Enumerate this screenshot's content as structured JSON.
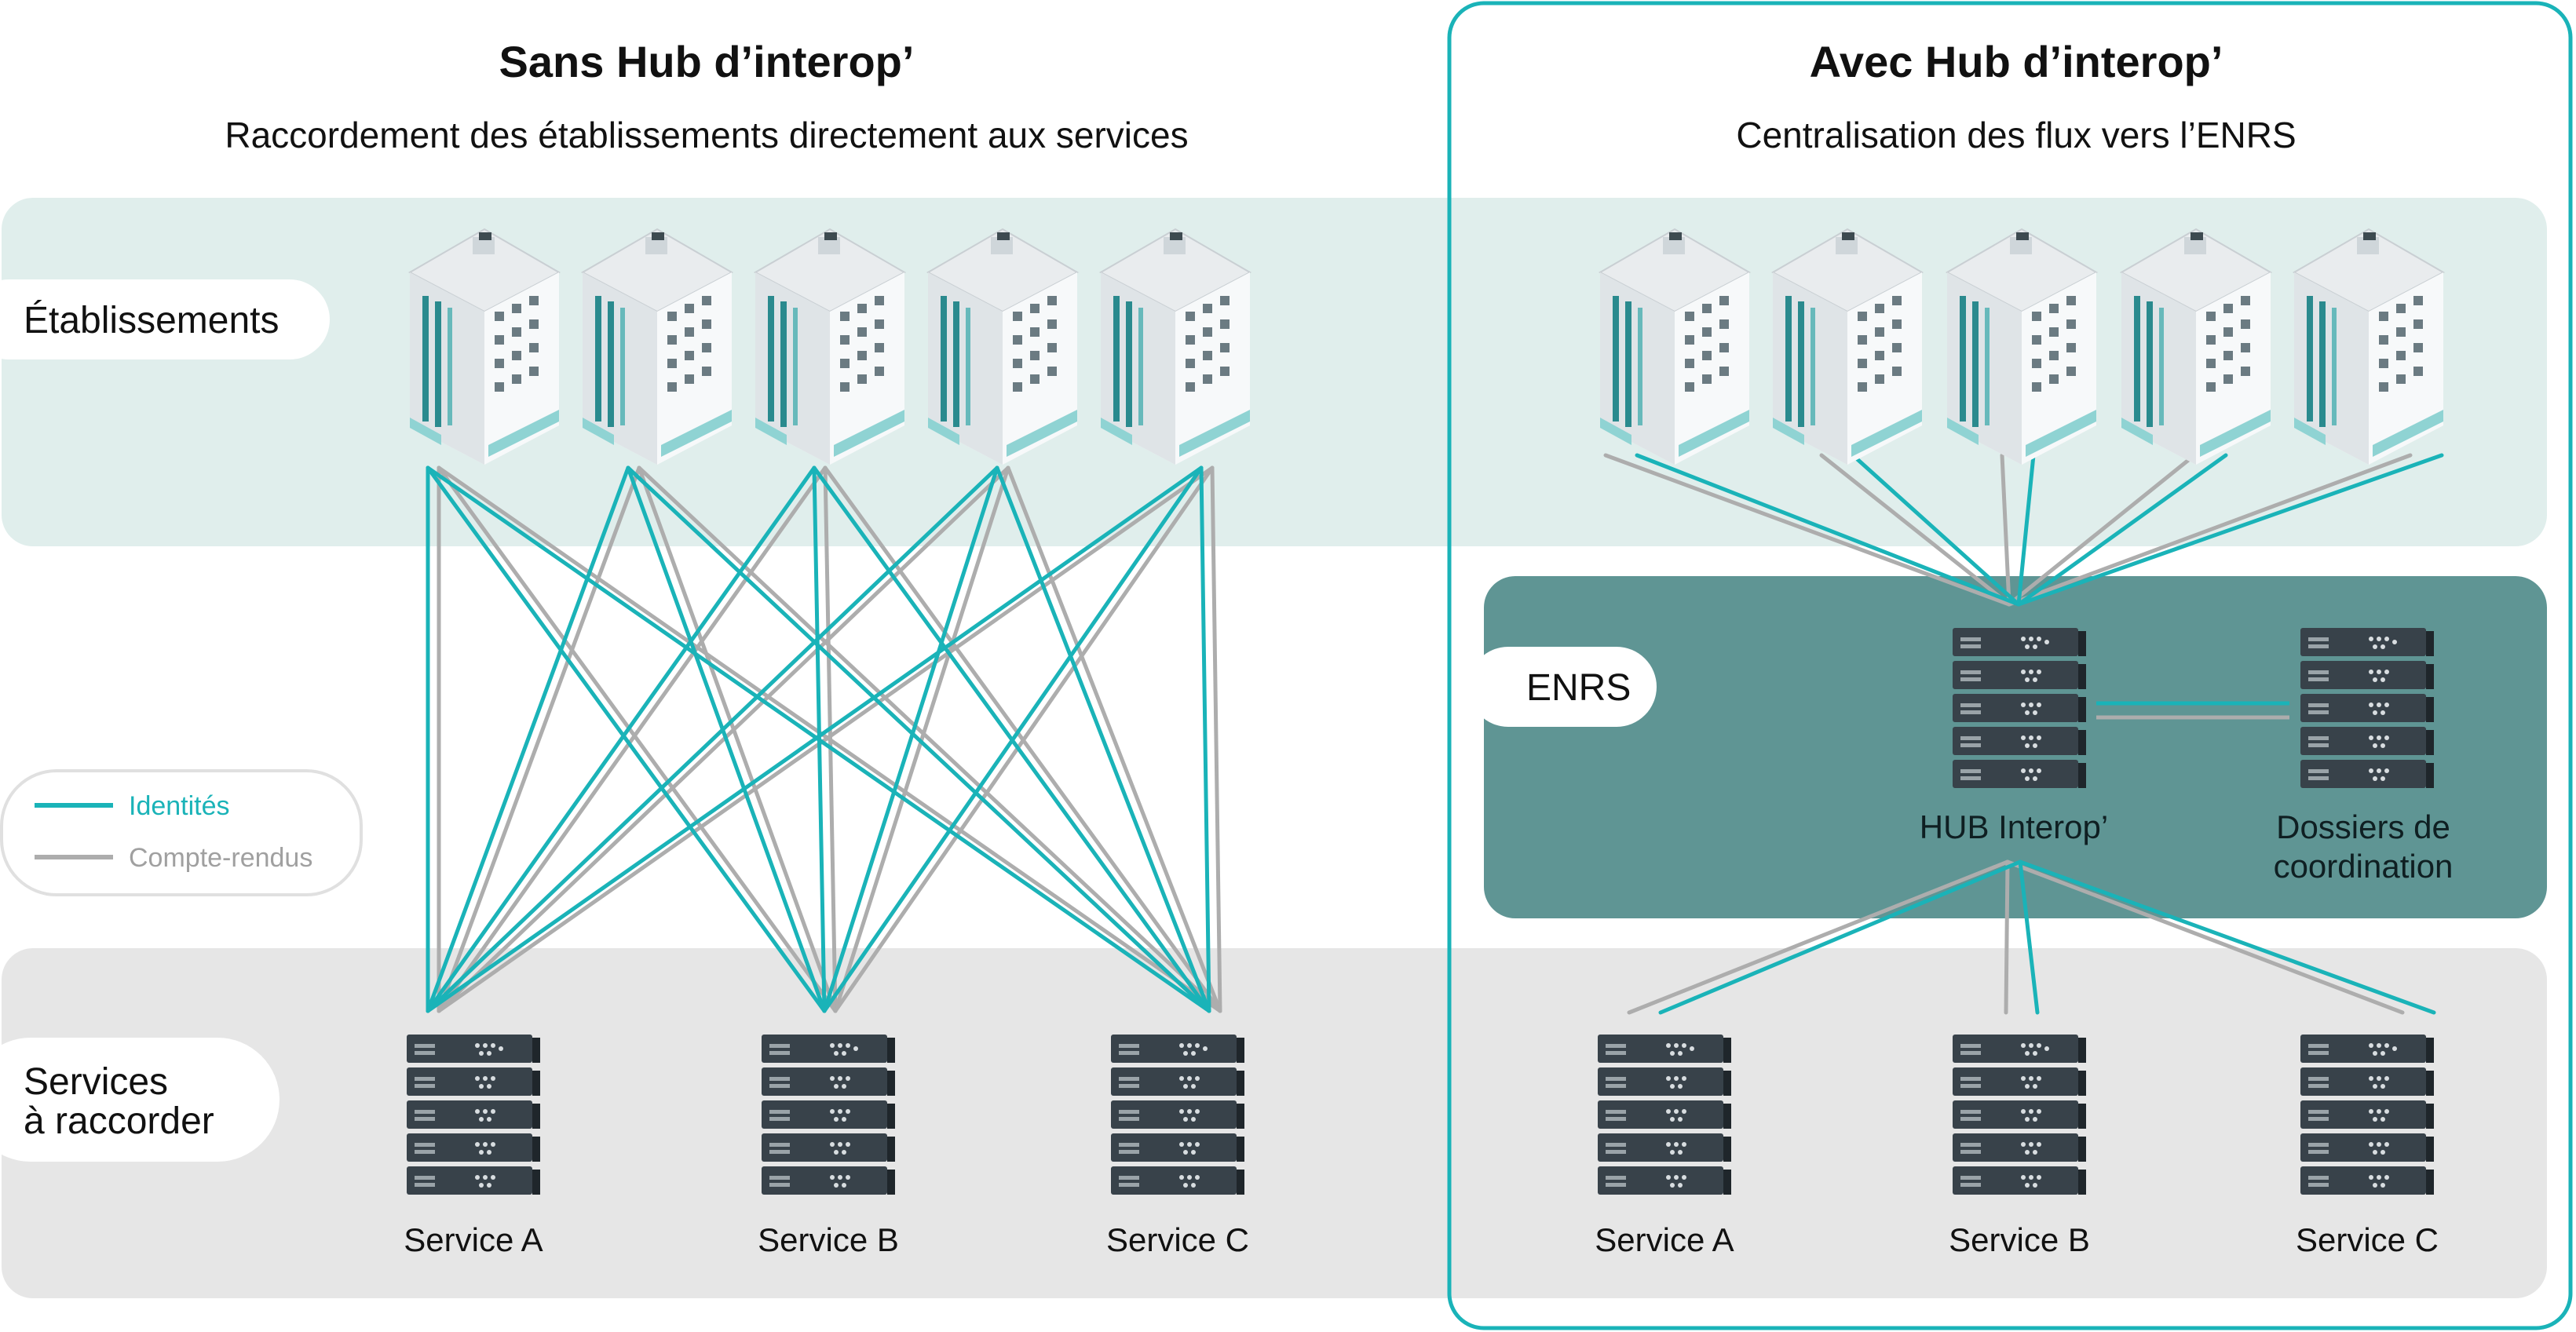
{
  "left_panel": {
    "title": "Sans Hub d’interop’",
    "subtitle": "Raccordement des établissements directement aux services"
  },
  "right_panel": {
    "title": "Avec Hub d’interop’",
    "subtitle": "Centralisation des flux vers l’ENRS"
  },
  "bands": {
    "etablissements": "Établissements",
    "enrs": "ENRS",
    "services_line1": "Services",
    "services_line2": "à raccorder"
  },
  "legend": {
    "identites": "Identités",
    "comptes_rendus": "Compte-rendus"
  },
  "services": [
    "Service A",
    "Service B",
    "Service C"
  ],
  "hub": {
    "label": "HUB Interop’",
    "dossiers_line1": "Dossiers de",
    "dossiers_line2": "coordination"
  },
  "colors": {
    "identites": "#1ab3b8",
    "comptes_rendus": "#adadad",
    "establishments_band": "#e0eeec",
    "services_band": "#e6e6e6",
    "enrs_band": "#5f9594",
    "panel_border": "#1ab3b8",
    "server_body": "#38424a"
  },
  "icons": {
    "building": "building-icon",
    "server": "server-icon"
  }
}
